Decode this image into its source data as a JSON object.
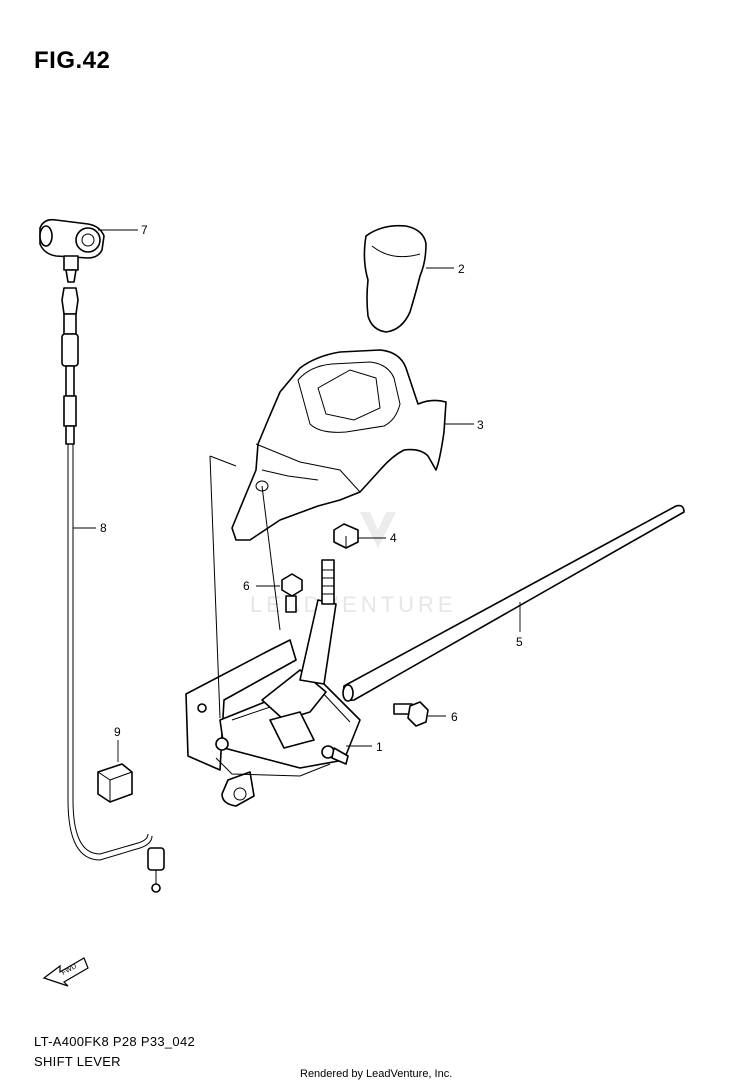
{
  "figure_title": "FIG.42",
  "model_code": "LT-A400FK8 P28 P33_042",
  "caption": "SHIFT LEVER",
  "credit": "Rendered by LeadVenture, Inc.",
  "watermark": "LEADVENTURE",
  "fwd_label": "FWD",
  "callouts": {
    "c1": "1",
    "c2": "2",
    "c3": "3",
    "c4": "4",
    "c5": "5",
    "c6a": "6",
    "c6b": "6",
    "c7": "7",
    "c8": "8",
    "c9": "9"
  }
}
